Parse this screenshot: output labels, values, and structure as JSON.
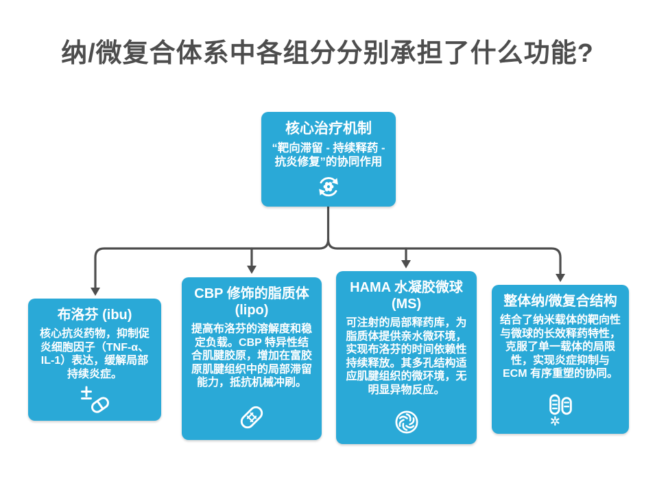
{
  "page": {
    "title": "纳/微复合体系中各组分分别承担了什么功能?"
  },
  "palette": {
    "card_blue": "#2AA9D7",
    "connector_gray": "#4D4D4D",
    "card_text": "#FFFFFF",
    "title_gray": "#4D4D4D",
    "background": "#FFFFFF"
  },
  "root_node": {
    "title": "核心治疗机制",
    "body": "“靶向滞留 - 持续释药 - 抗炎修复”的协同作用",
    "icon": "sync-gear-icon"
  },
  "child_nodes": [
    {
      "id": "ibu",
      "title": "布洛芬 (ibu)",
      "body": "核心抗炎药物，抑制促炎细胞因子（TNF-α、IL-1）表达，缓解局部持续炎症。",
      "icon": "pill-plus-minus-icon"
    },
    {
      "id": "lipo",
      "title": "CBP 修饰的脂质体 (lipo)",
      "body": "提高布洛芬的溶解度和稳定负载。CBP 特异性结合肌腱胶原，增加在富胶原肌腱组织中的局部滞留能力，抵抗机械冲刷。",
      "icon": "bandage-icon"
    },
    {
      "id": "ms",
      "title": "HAMA 水凝胶微球 (MS)",
      "body": "可注射的局部释药库，为脂质体提供亲水微环境，实现布洛芬的时间依赖性持续释放。其多孔结构适应肌腱组织的微环境，无明显异物反应。",
      "icon": "swirl-knot-icon"
    },
    {
      "id": "composite",
      "title": "整体纳/微复合结构",
      "body": "结合了纳米载体的靶向性与微球的长效释药特性，克服了单一载体的局限性，实现炎症抑制与 ECM 有序重塑的协同。",
      "icon": "pills-sparkle-icon"
    }
  ]
}
